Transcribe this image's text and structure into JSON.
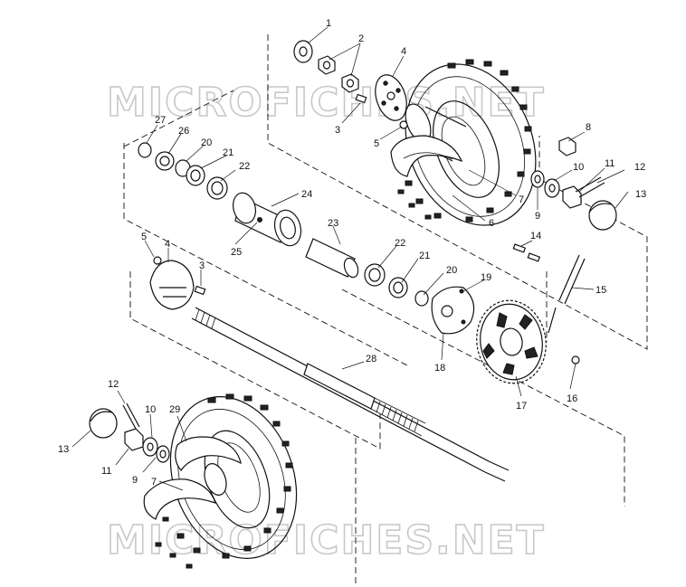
{
  "watermark": {
    "top": "MICROFICHES.NET",
    "bottom": "MICROFICHES.NET"
  },
  "callouts": {
    "c1": "1",
    "c2": "2",
    "c3_top": "3",
    "c4_top": "4",
    "c5_top": "5",
    "c6": "6",
    "c7_top": "7",
    "c8": "8",
    "c9_top": "9",
    "c10_top": "10",
    "c11_top": "11",
    "c12_top": "12",
    "c13_top": "13",
    "c14": "14",
    "c15": "15",
    "c16": "16",
    "c17": "17",
    "c18": "18",
    "c19": "19",
    "c20_mid": "20",
    "c21_mid": "21",
    "c22_mid": "22",
    "c23": "23",
    "c24": "24",
    "c25": "25",
    "c26": "26",
    "c20_top": "20",
    "c21_top": "21",
    "c22_top": "22",
    "c27": "27",
    "c5_left": "5",
    "c4_left": "4",
    "c3_left": "3",
    "c28": "28",
    "c12_bot": "12",
    "c10_bot": "10",
    "c29": "29",
    "c13_bot": "13",
    "c11_bot": "11",
    "c9_bot": "9",
    "c7_bot": "7"
  }
}
